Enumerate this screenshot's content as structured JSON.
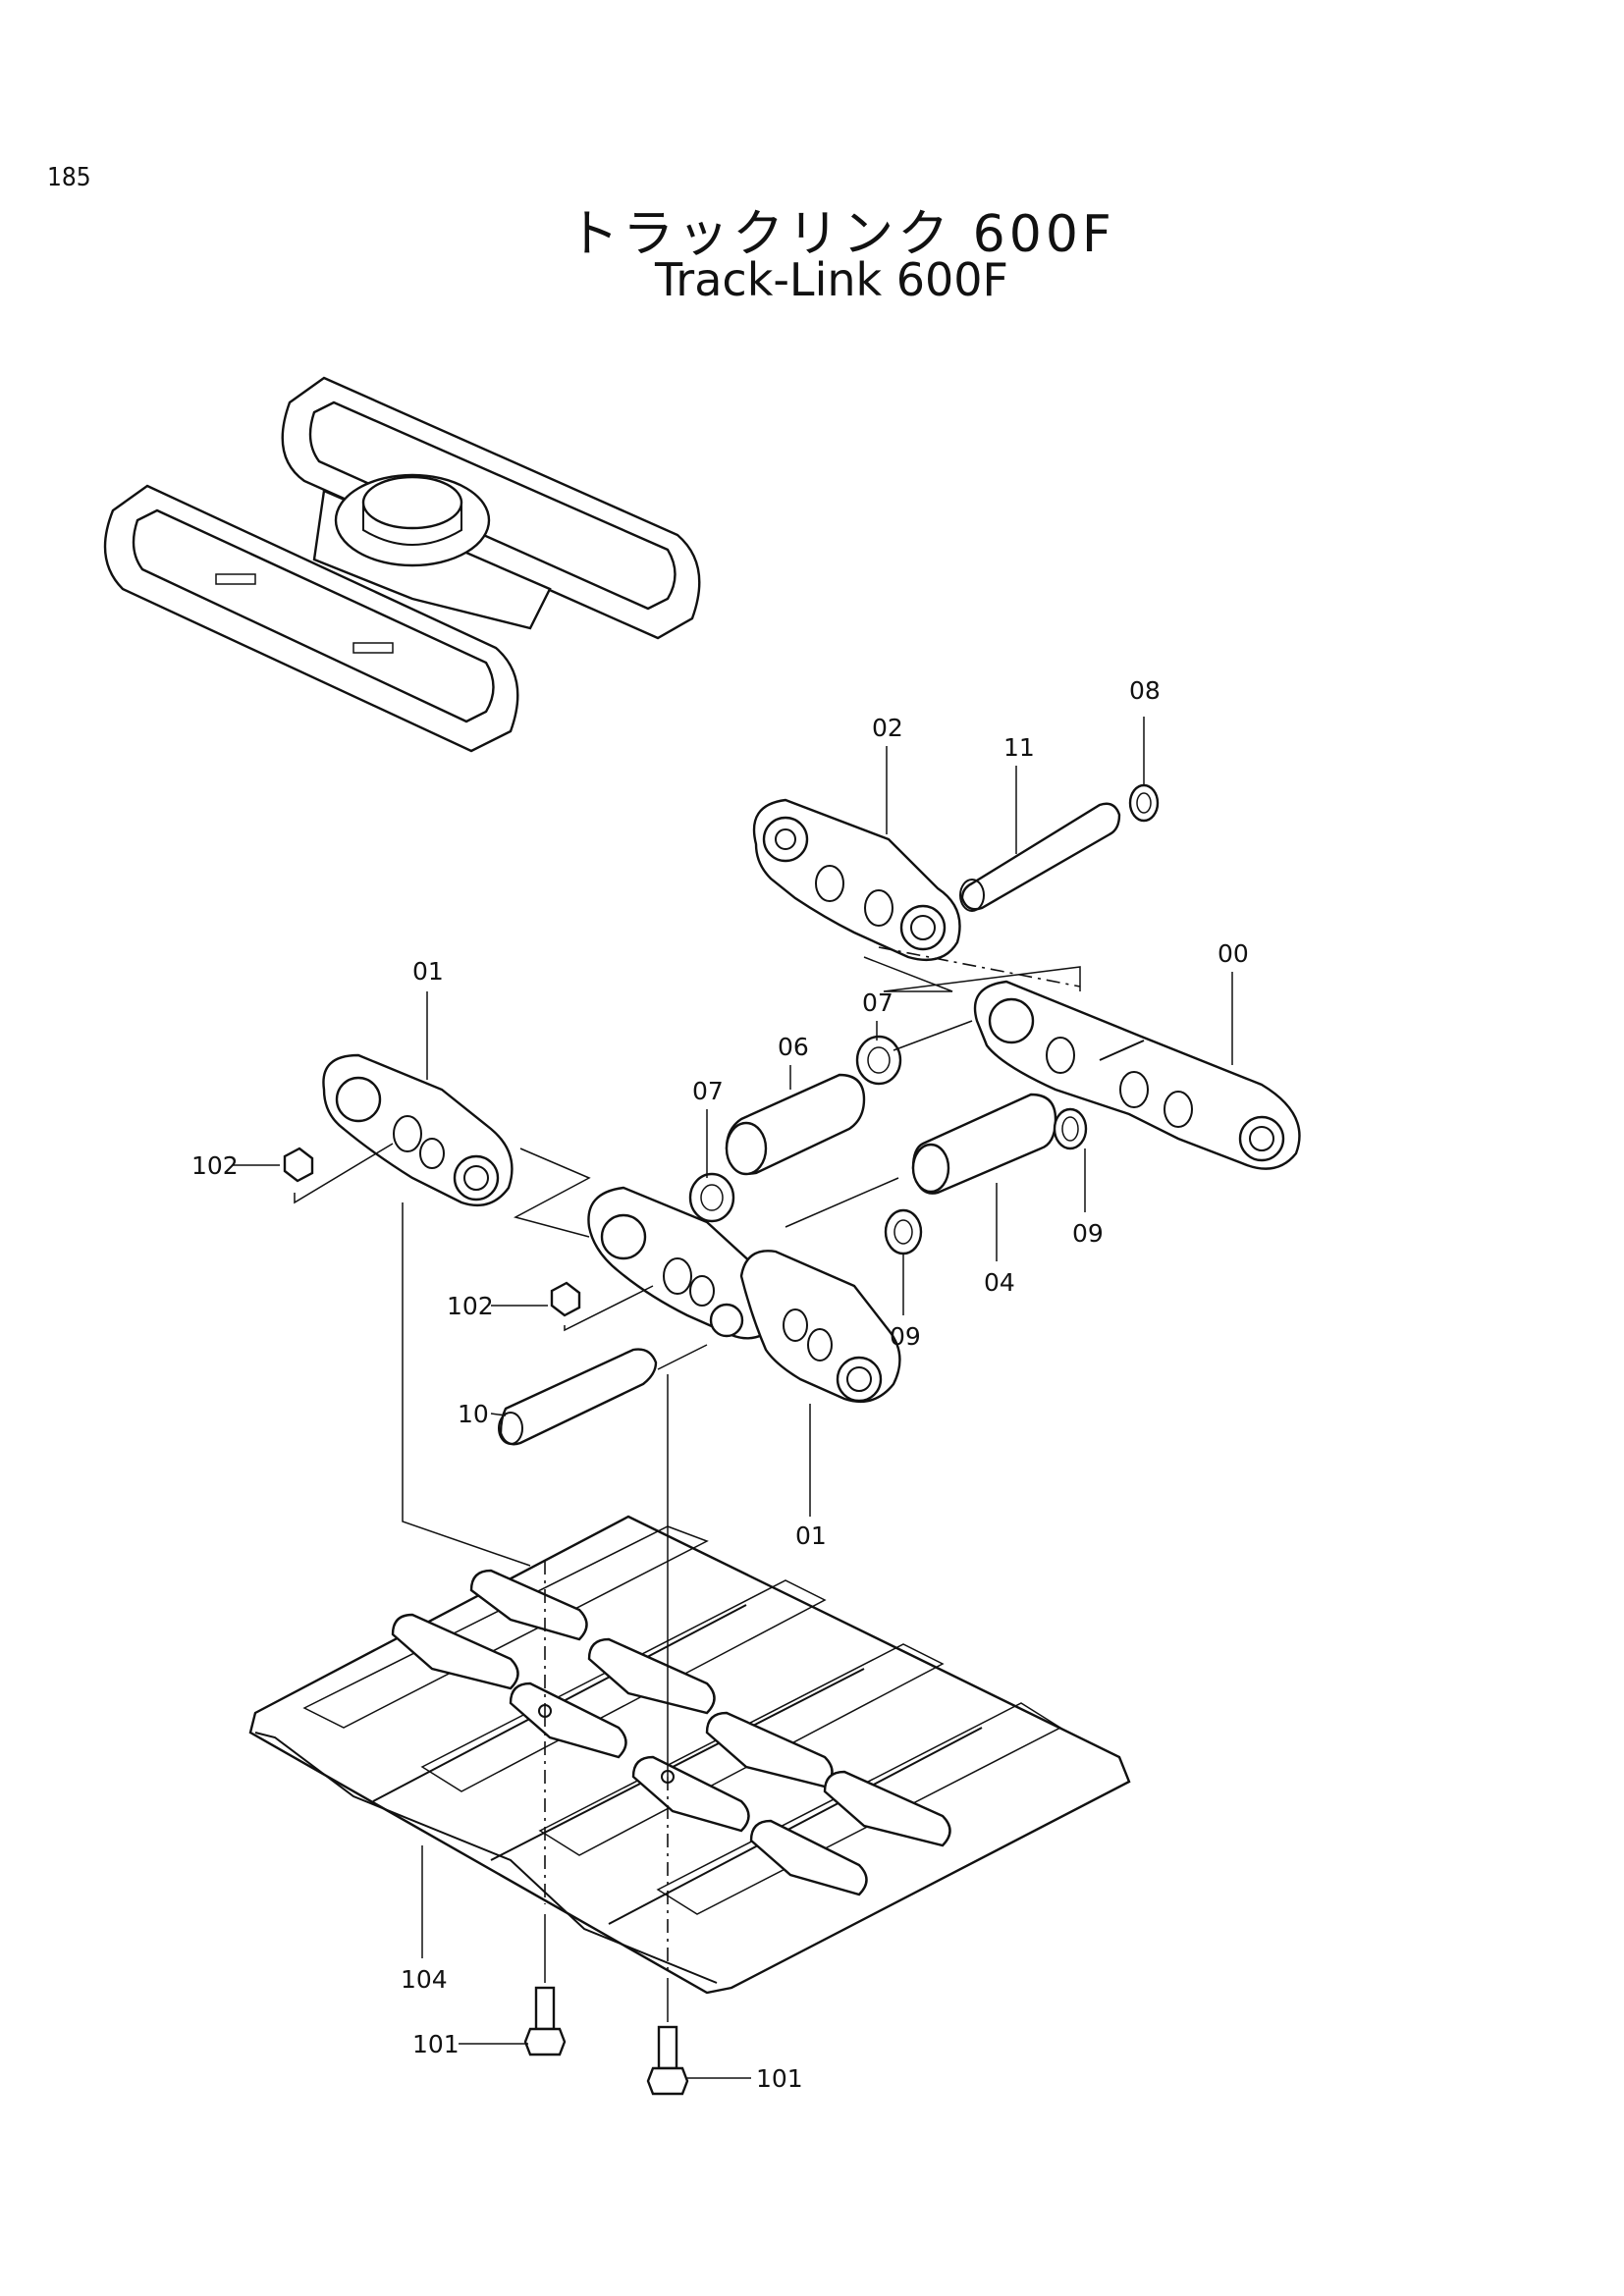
{
  "page": {
    "number": "185"
  },
  "title": {
    "japanese": "トラックリンク 600F",
    "english": "Track-Link 600F"
  },
  "callouts": {
    "c08": "08",
    "c02": "02",
    "c11": "11",
    "c01_top": "01",
    "c00": "00",
    "c07_right": "07",
    "c06": "06",
    "c07_left": "07",
    "c102_top": "102",
    "c09_right": "09",
    "c04": "04",
    "c102_mid": "102",
    "c09_mid": "09",
    "c10": "10",
    "c01_bottom": "01",
    "c104": "104",
    "c101_left": "101",
    "c101_right": "101"
  }
}
